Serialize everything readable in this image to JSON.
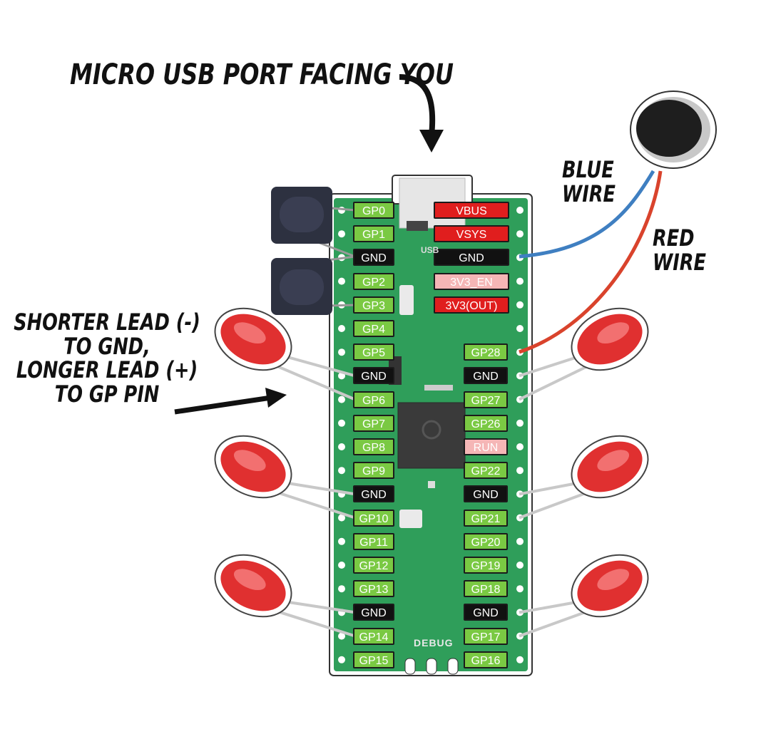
{
  "callouts": {
    "usb": "MICRO USB PORT FACING YOU",
    "blue_wire": [
      "BLUE",
      "WIRE"
    ],
    "red_wire": [
      "RED",
      "WIRE"
    ],
    "led": [
      "SHORTER LEAD (-)",
      "TO GND,",
      "LONGER LEAD (+)",
      "TO GP PIN"
    ]
  },
  "board": {
    "debug_label": "DEBUG",
    "usb_label": "USB",
    "left_pins": [
      "GP0",
      "GP1",
      "GND",
      "GP2",
      "GP3",
      "GP4",
      "GP5",
      "GND",
      "GP6",
      "GP7",
      "GP8",
      "GP9",
      "GND",
      "GP10",
      "GP11",
      "GP12",
      "GP13",
      "GND",
      "GP14",
      "GP15"
    ],
    "right_pins": [
      "VBUS",
      "VSYS",
      "GND",
      "3V3_EN",
      "3V3(OUT)",
      "",
      "GP28",
      "GND",
      "GP27",
      "GP26",
      "RUN",
      "GP22",
      "GND",
      "GP21",
      "GP20",
      "GP19",
      "GP18",
      "GND",
      "GP17",
      "GP16"
    ],
    "right_pin_types": [
      "pwr",
      "pwr",
      "gnd",
      "soft",
      "pwr",
      "none",
      "gp",
      "gnd",
      "gp",
      "gp",
      "soft",
      "gp",
      "gnd",
      "gp",
      "gp",
      "gp",
      "gp",
      "gnd",
      "gp",
      "gp"
    ]
  },
  "colors": {
    "board": "#2f9e5a",
    "pin_gp": "#7ac943",
    "pin_gnd": "#111111",
    "pin_power": "#e01e1e",
    "led_red": "#e03030",
    "blue_wire": "#3f7fc1",
    "red_wire": "#d9432c"
  },
  "components": {
    "buttons": 2,
    "leds": 6,
    "vibration_motor": 1
  }
}
